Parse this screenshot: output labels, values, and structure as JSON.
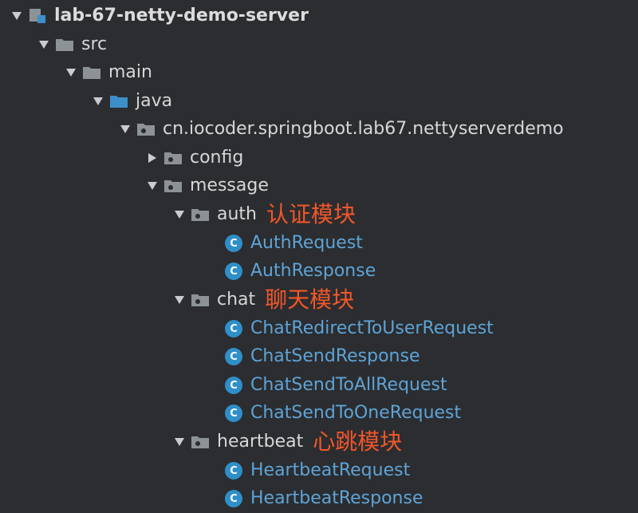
{
  "tree": {
    "root": "lab-67-netty-demo-server",
    "src": "src",
    "main": "main",
    "java": "java",
    "package": "cn.iocoder.springboot.lab67.nettyserverdemo",
    "config": "config",
    "message": "message",
    "auth": {
      "label": "auth",
      "note": "认证模块",
      "classes": [
        "AuthRequest",
        "AuthResponse"
      ]
    },
    "chat": {
      "label": "chat",
      "note": "聊天模块",
      "classes": [
        "ChatRedirectToUserRequest",
        "ChatSendResponse",
        "ChatSendToAllRequest",
        "ChatSendToOneRequest"
      ]
    },
    "heartbeat": {
      "label": "heartbeat",
      "note": "心跳模块",
      "classes": [
        "HeartbeatRequest",
        "HeartbeatResponse"
      ]
    }
  },
  "class_icon_letter": "C",
  "colors": {
    "background": "#2b2d30",
    "text": "#d5d7d9",
    "class_text": "#5fa3d6",
    "annotation": "#f2562a",
    "folder": "#8c9296",
    "source_folder": "#3c8fc9",
    "class_icon": "#2f8fc9"
  }
}
